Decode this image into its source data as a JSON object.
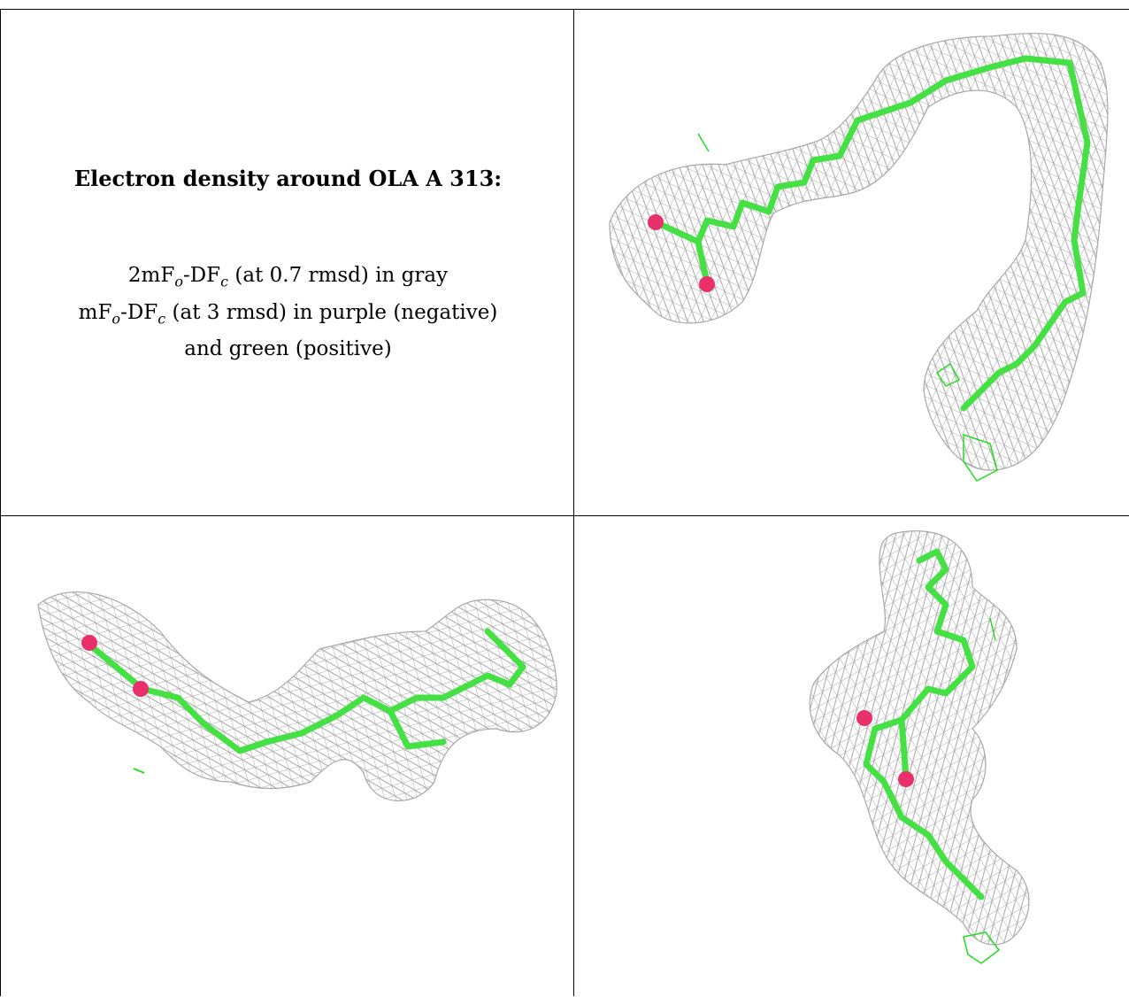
{
  "title": "Electron density around OLA A 313:",
  "caption": {
    "line1_prefix": "2mF",
    "line1_sub_o": "o",
    "line1_mid": "-DF",
    "line1_sub_c": "c",
    "line1_suffix": " (at 0.7 rmsd) in gray",
    "line2_prefix": "mF",
    "line2_sub_o": "o",
    "line2_mid": "-DF",
    "line2_sub_c": "c",
    "line2_suffix": " (at 3 rmsd) in purple (negative)",
    "line3": "and green (positive)"
  },
  "colors": {
    "mesh": "#a8a8a8",
    "carbon": "#44e044",
    "oxygen": "#e8316a",
    "positive_density": "#22dd22"
  },
  "icons": [
    "ligand-stick-model",
    "electron-density-mesh"
  ]
}
